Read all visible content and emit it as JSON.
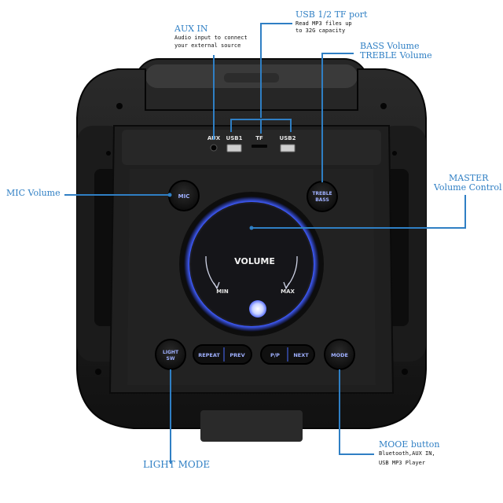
{
  "callouts": {
    "usb_tf": {
      "title": "USB 1/2 TF port",
      "note_line1": "Read MP3 files up",
      "note_line2": "to 32G capacity"
    },
    "aux_in": {
      "title": "AUX IN",
      "note_line1": "Audio input to connect",
      "note_line2": "your external source"
    },
    "bass_treble": {
      "title_line1": "BASS Volume",
      "title_line2": "TREBLE Volume"
    },
    "mic_volume": {
      "title": "MIC Volume"
    },
    "master": {
      "title_line1": "MASTER",
      "title_line2": "Volume Control"
    },
    "light_mode": {
      "title": "LIGHT MODE"
    },
    "mode_button": {
      "title": "MOOE button",
      "note_line1": "Bluetooth,AUX IN,",
      "note_line2": "USB MP3 Player"
    }
  },
  "device": {
    "ports": {
      "aux": "AUX",
      "usb1": "USB1",
      "tf": "TF",
      "usb2": "USB2"
    },
    "mic_button": "MIC",
    "treble_bass_line1": "TREBLE",
    "treble_bass_line2": "BASS",
    "volume_label": "VOLUME",
    "min_label": "MIN",
    "max_label": "MAX",
    "light_sw_line1": "LIGHT",
    "light_sw_line2": "SW",
    "repeat_label": "REPEAT",
    "prev_label": "PREV",
    "pp_label": "P/P",
    "next_label": "NEXT",
    "mode_label": "MODE"
  },
  "colors": {
    "callout_blue": "#2f7fc4",
    "button_glow": "#4a6cff",
    "body_black": "#151515"
  }
}
